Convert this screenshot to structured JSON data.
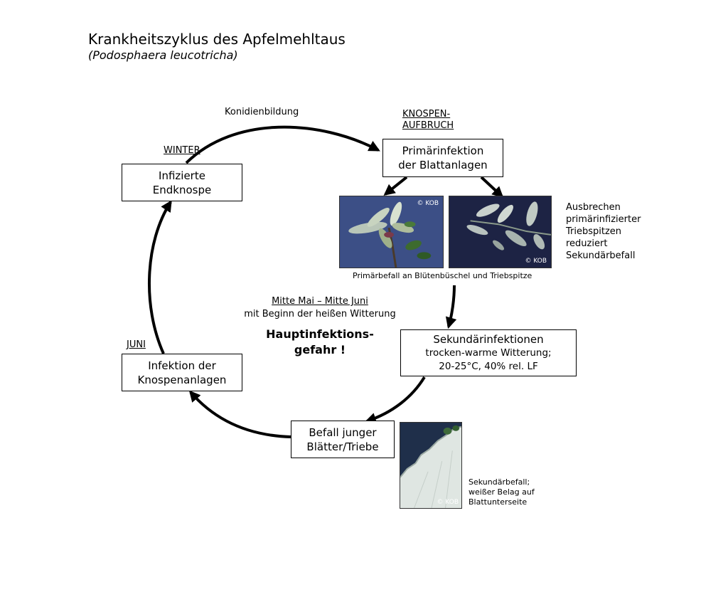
{
  "header": {
    "title": "Krankheitszyklus des Apfelmehltaus",
    "subtitle": "(Podosphaera leucotricha)"
  },
  "season_labels": {
    "konidien": "Konidienbildung",
    "knospen_line1": "KNOSPEN-",
    "knospen_line2": "AUFBRUCH",
    "winter": "WINTER",
    "juni": "JUNI"
  },
  "boxes": {
    "primaer": {
      "line1": "Primärinfektion",
      "line2": "der Blattanlagen"
    },
    "endknospe": {
      "line1": "Infizierte",
      "line2": "Endknospe"
    },
    "knospenanlagen": {
      "line1": "Infektion der",
      "line2": "Knospenanlagen"
    },
    "sekundaer": {
      "line1": "Sekundärinfektionen",
      "line2": "trocken-warme Witterung;",
      "line3": "20-25°C, 40% rel. LF"
    },
    "befall": {
      "line1": "Befall junger",
      "line2": "Blätter/Triebe"
    }
  },
  "notes": {
    "ausbrechen": [
      "Ausbrechen",
      "primärinfizierter",
      "Triebspitzen",
      "reduziert",
      "Sekundärbefall"
    ],
    "photo_caption": "Primärbefall an Blütenbüschel und Triebspitze",
    "period_line1": "Mitte Mai – Mitte Juni",
    "period_line2": "mit Beginn der heißen Witterung",
    "warning_line1": "Hauptinfektions-",
    "warning_line2": "gefahr !",
    "sekundaerbefall": [
      "Sekundärbefall;",
      "weißer Belag auf",
      "Blattunterseite"
    ]
  },
  "photos": {
    "copyright": "© KOB"
  }
}
